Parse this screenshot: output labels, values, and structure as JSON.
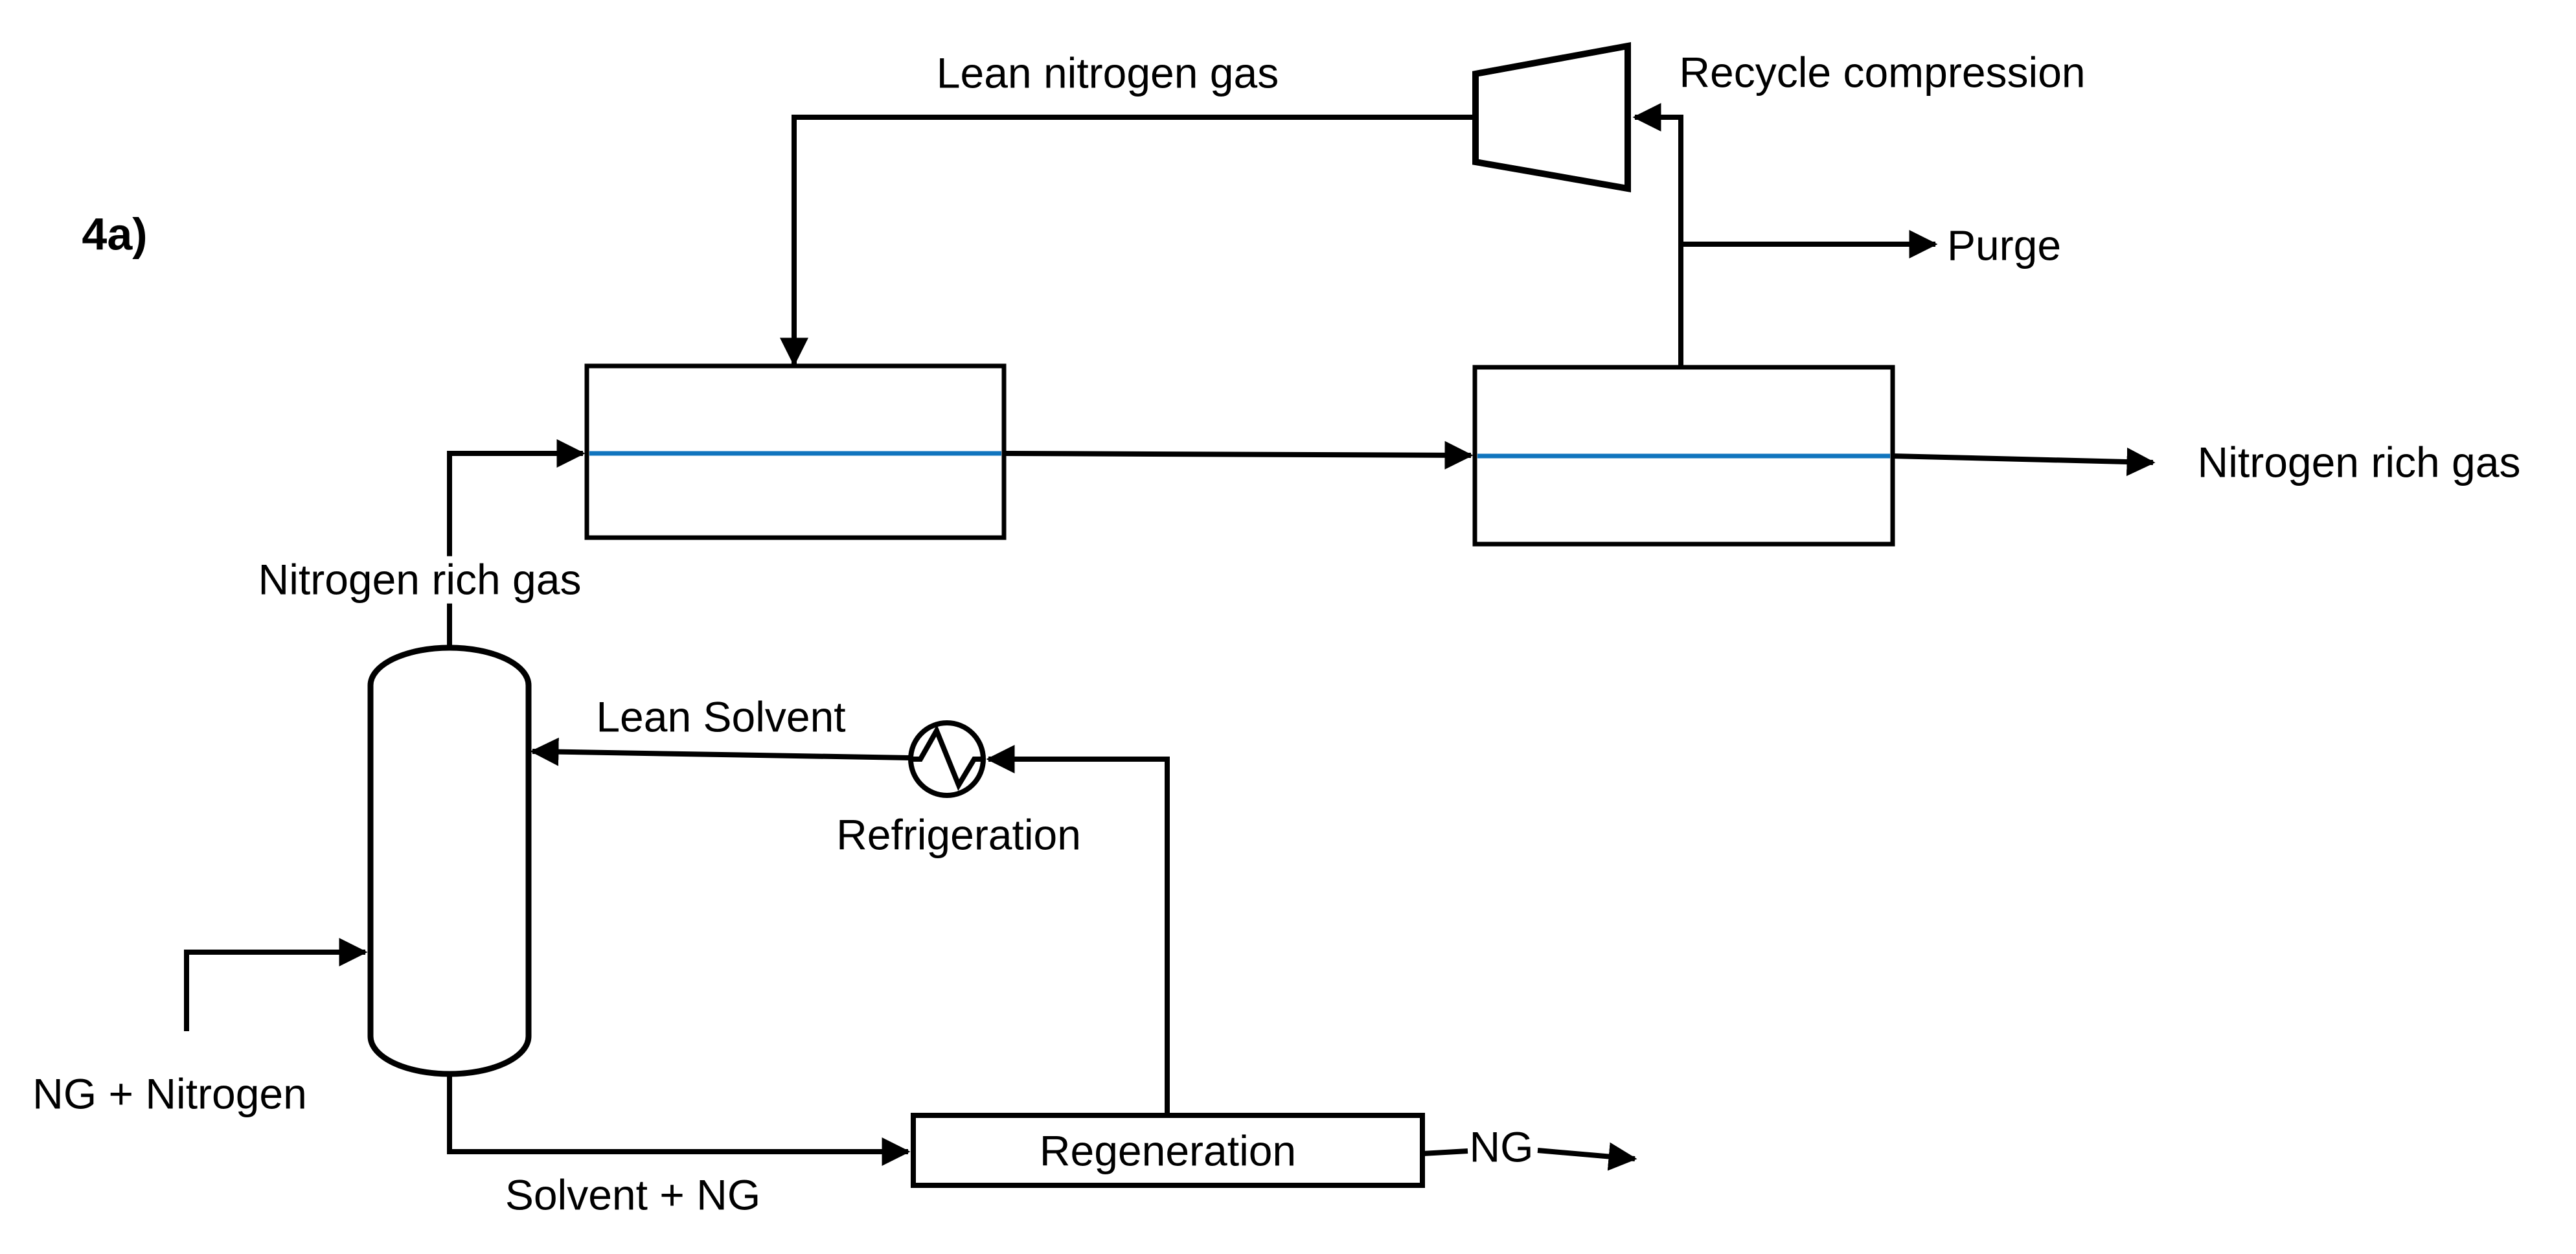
{
  "figure": {
    "label": "4a)"
  },
  "colors": {
    "line": "#000000",
    "membrane_blue": "#1075BE",
    "background": "#FFFFFF"
  },
  "top_section": {
    "lean_nitrogen_gas": "Lean nitrogen gas",
    "recycle_compression": "Recycle compression",
    "purge": "Purge",
    "nitrogen_rich_gas_out": "Nitrogen rich gas"
  },
  "middle_section": {
    "nitrogen_rich_gas_overhead": "Nitrogen rich gas",
    "lean_solvent": "Lean Solvent",
    "refrigeration": "Refrigeration"
  },
  "bottom_section": {
    "ng_plus_nitrogen": "NG + Nitrogen",
    "solvent_plus_ng": "Solvent + NG",
    "regeneration": "Regeneration",
    "ng": "NG"
  }
}
